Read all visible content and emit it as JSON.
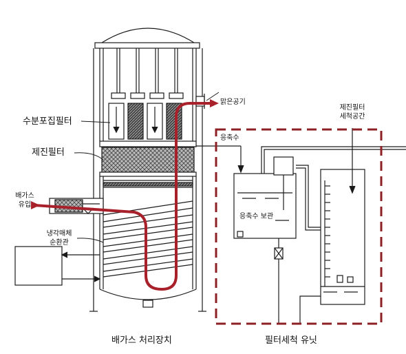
{
  "labels": {
    "moisture_filter": "수분포집필터",
    "dust_filter": "제진필터",
    "exhaust_inlet_line1": "배가스",
    "exhaust_inlet_line2": "유입",
    "coolant_line1": "냉각매체",
    "coolant_line2": "순환관",
    "clean_air": "맑은공기",
    "condensate": "응축수",
    "condensate_storage": "응축수 보관",
    "filter_wash_space_line1": "제진필터",
    "filter_wash_space_line2": "세척공간"
  },
  "captions": {
    "left": "배가스 처리장치",
    "right": "필터세척 유닛"
  },
  "colors": {
    "flow_path": "#a8202a",
    "dashed_box": "#8e1f23",
    "line": "#1a1a1a"
  }
}
